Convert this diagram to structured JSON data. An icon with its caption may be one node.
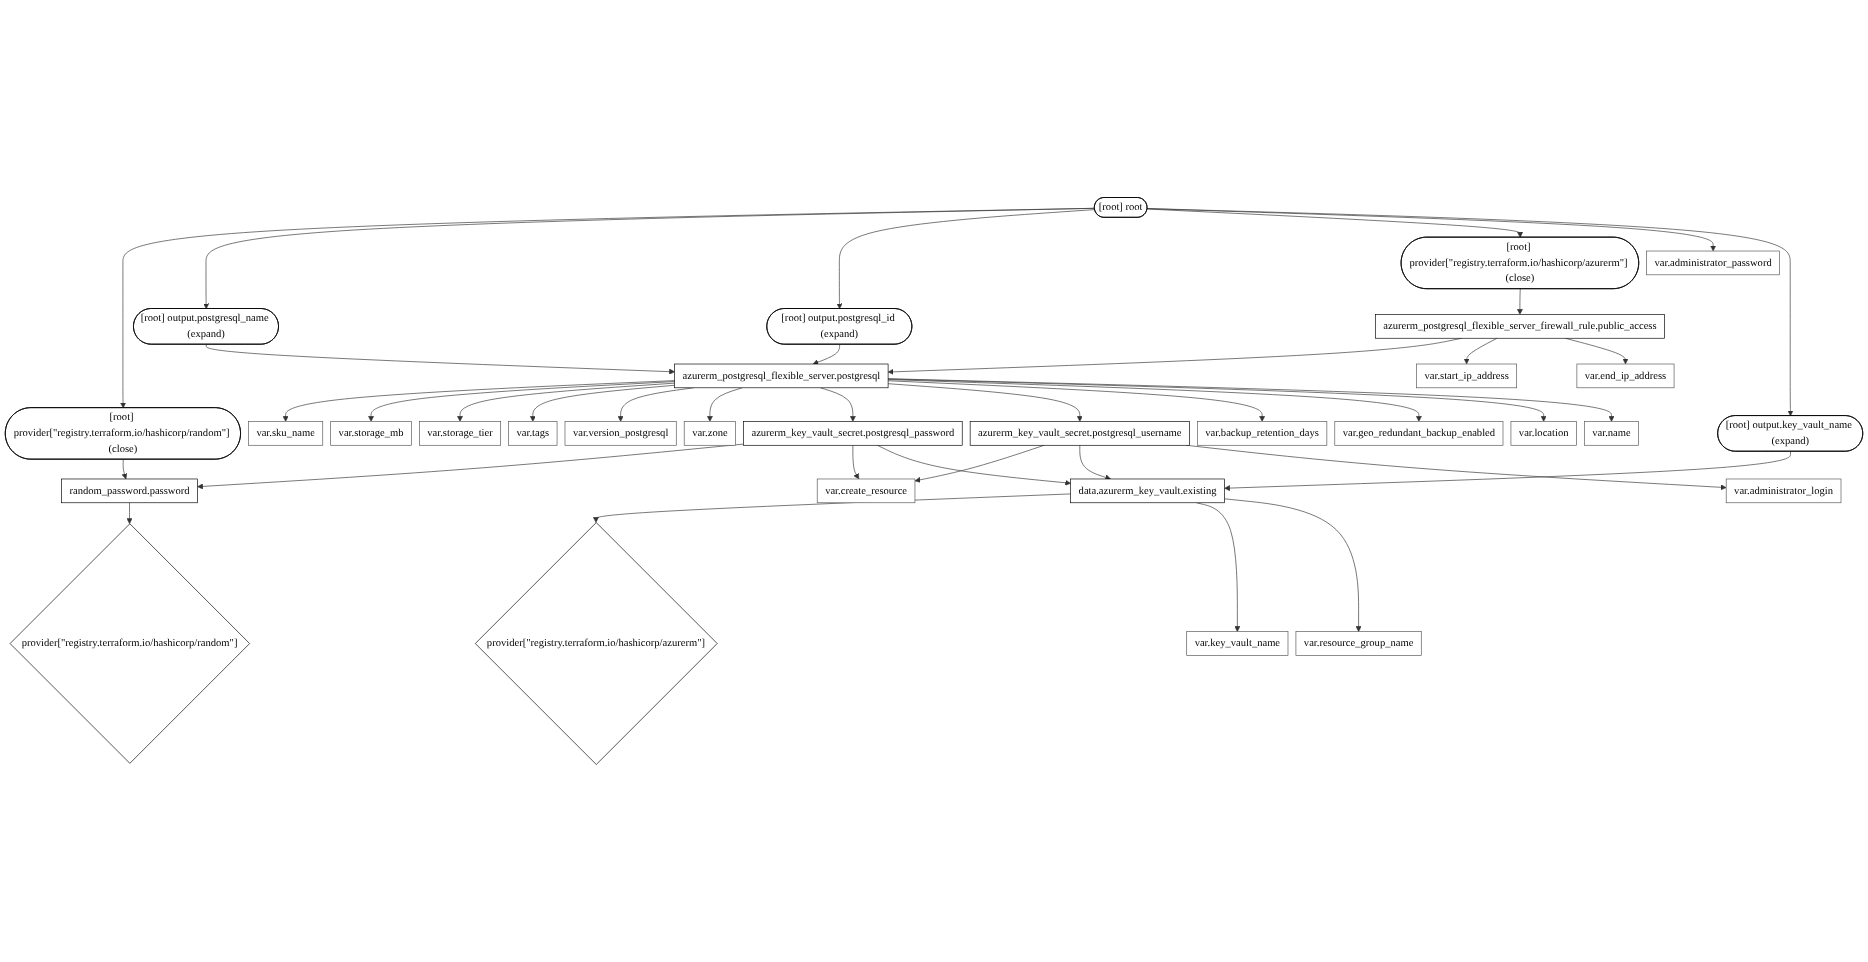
{
  "diagram": {
    "nodes": [
      {
        "text": [
          "[root] root"
        ]
      },
      {
        "text": [
          "[root] provider[\"registry.terraform.io/hashicorp/random\"] (close)"
        ]
      },
      {
        "text": [
          "[root] provider[\"registry.terraform.io/hashicorp/azurerm\"] (close)"
        ]
      },
      {
        "text": [
          "var.administrator_password"
        ]
      },
      {
        "text": [
          "[root] output.postgresql_name (expand)"
        ]
      },
      {
        "text": [
          "[root] output.postgresql_id (expand)"
        ]
      },
      {
        "text": [
          "azurerm_postgresql_flexible_server_firewall_rule.public_access"
        ]
      },
      {
        "text": [
          "[root] output.key_vault_name (expand)"
        ]
      },
      {
        "text": [
          "azurerm_postgresql_flexible_server.postgresql"
        ]
      },
      {
        "text": [
          "var.start_ip_address"
        ]
      },
      {
        "text": [
          "var.end_ip_address"
        ]
      },
      {
        "text": [
          "var.sku_name"
        ]
      },
      {
        "text": [
          "var.storage_mb"
        ]
      },
      {
        "text": [
          "var.storage_tier"
        ]
      },
      {
        "text": [
          "var.tags"
        ]
      },
      {
        "text": [
          "var.version_postgresql"
        ]
      },
      {
        "text": [
          "var.zone"
        ]
      },
      {
        "text": [
          "azurerm_key_vault_secret.postgresql_password"
        ]
      },
      {
        "text": [
          "azurerm_key_vault_secret.postgresql_username"
        ]
      },
      {
        "text": [
          "var.backup_retention_days"
        ]
      },
      {
        "text": [
          "var.geo_redundant_backup_enabled"
        ]
      },
      {
        "text": [
          "var.location"
        ]
      },
      {
        "text": [
          "var.name"
        ]
      },
      {
        "text": [
          "random_password.password"
        ]
      },
      {
        "text": [
          "var.create_resource"
        ]
      },
      {
        "text": [
          "data.azurerm_key_vault.existing"
        ]
      },
      {
        "text": [
          "var.administrator_login"
        ]
      },
      {
        "text": [
          "provider[\"registry.terraform.io/hashicorp/random\"]"
        ]
      },
      {
        "text": [
          "provider[\"registry.terraform.io/hashicorp/azurerm\"]"
        ]
      },
      {
        "text": [
          "var.key_vault_name"
        ]
      },
      {
        "text": [
          "var.resource_group_name"
        ]
      }
    ],
    "edges": [
      {
        "from": 0,
        "to": 1,
        "arrow": "to"
      },
      {
        "from": 0,
        "to": 4,
        "arrow": "to"
      },
      {
        "from": 0,
        "to": 5,
        "arrow": "to"
      },
      {
        "from": 0,
        "to": 2,
        "arrow": "to"
      },
      {
        "from": 0,
        "to": 3,
        "arrow": "to"
      },
      {
        "from": 0,
        "to": 7,
        "arrow": "to"
      },
      {
        "from": 1,
        "to": 23,
        "arrow": "to"
      },
      {
        "from": 2,
        "to": 6,
        "arrow": "to"
      },
      {
        "from": 4,
        "to": 8,
        "arrow": "to"
      },
      {
        "from": 5,
        "to": 8,
        "arrow": "to"
      },
      {
        "from": 6,
        "to": 8,
        "arrow": "to"
      },
      {
        "from": 6,
        "to": 9,
        "arrow": "to"
      },
      {
        "from": 6,
        "to": 10,
        "arrow": "to"
      },
      {
        "from": 7,
        "to": 25,
        "arrow": "to"
      },
      {
        "from": 8,
        "to": 11,
        "arrow": "to"
      },
      {
        "from": 8,
        "to": 12,
        "arrow": "to"
      },
      {
        "from": 8,
        "to": 13,
        "arrow": "to"
      },
      {
        "from": 8,
        "to": 14,
        "arrow": "to"
      },
      {
        "from": 8,
        "to": 15,
        "arrow": "to"
      },
      {
        "from": 8,
        "to": 16,
        "arrow": "to"
      },
      {
        "from": 8,
        "to": 17,
        "arrow": "to"
      },
      {
        "from": 8,
        "to": 18,
        "arrow": "to"
      },
      {
        "from": 8,
        "to": 19,
        "arrow": "to"
      },
      {
        "from": 8,
        "to": 20,
        "arrow": "to"
      },
      {
        "from": 8,
        "to": 21,
        "arrow": "to"
      },
      {
        "from": 8,
        "to": 22,
        "arrow": "to"
      },
      {
        "from": 17,
        "to": 23,
        "arrow": "to"
      },
      {
        "from": 17,
        "to": 24,
        "arrow": "to"
      },
      {
        "from": 17,
        "to": 25,
        "arrow": "to"
      },
      {
        "from": 18,
        "to": 24,
        "arrow": "to"
      },
      {
        "from": 18,
        "to": 25,
        "arrow": "to"
      },
      {
        "from": 18,
        "to": 26,
        "arrow": "to"
      },
      {
        "from": 23,
        "to": 27,
        "arrow": "to"
      },
      {
        "from": 25,
        "to": 28,
        "arrow": "to"
      },
      {
        "from": 25,
        "to": 29,
        "arrow": "to"
      },
      {
        "from": 25,
        "to": 30,
        "arrow": "to"
      }
    ]
  }
}
